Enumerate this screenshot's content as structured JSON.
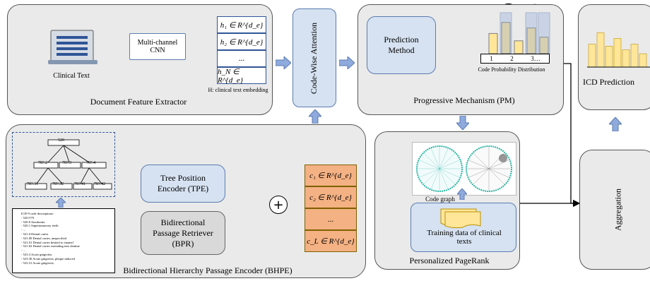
{
  "dfe": {
    "title": "Document Feature Extractor",
    "clinical_text_label": "Clinical Text",
    "cnn_label": "Multi-channel CNN",
    "h_entries": [
      "h₁ ∈ R^{d_e}",
      "h₂ ∈ R^{d_e}",
      "...",
      "h_N ∈ R^{d_e}"
    ],
    "h_caption": "H: clinical text embedding"
  },
  "attention": {
    "label": "Code-Wise Attention"
  },
  "pm": {
    "title": "Progressive Mechanism (PM)",
    "prediction_method": "Prediction Method",
    "dist_label": "Code Probability Distribution",
    "ticks": [
      "1",
      "2",
      "3…"
    ]
  },
  "icd": {
    "title": "ICD Prediction"
  },
  "aggregation": {
    "label": "Aggregation"
  },
  "ppr": {
    "title": "Personalized PageRank",
    "code_graph": "Code graph",
    "training_data": "Training data of clinical texts"
  },
  "bhpe": {
    "title": "Bidirectional Hierarchy Passage Encoder (BHPE)",
    "tpe_label": "Tree Position Encoder (TPE)",
    "bpr_label": "Bidirectional Passage Retriever (BPR)",
    "c_entries": [
      "c₁ ∈ R^{d_e}",
      "c₂ ∈ R^{d_e}",
      "...",
      "c_L ∈ R^{d_e}"
    ],
    "tree_nodes": [
      "520",
      "78?.2",
      "78?.3",
      "78?.4",
      "78?.31",
      "78?.32",
      "78?.41",
      "78?.42"
    ],
    "codes_list": [
      "ICD-9 code descriptions:",
      "- 520-579",
      "- 520.0 Anodontia",
      "- 520.1 Supernumerary teeth",
      "- ...",
      "- 521.0 Dental caries",
      "- 521.00 Dental caries, unspecified",
      "- 521.01 Dental caries limited to enamel",
      "- 521.02 Dental caries extending into dentine",
      "- ...",
      "- 523.3 Acute gingivitis",
      "- 523.30 Acute gingivitis, plaque induced",
      "- 523.31 Acute gingivitis,"
    ]
  },
  "colors": {
    "accent_blue": "#5b7bb0",
    "embedding_orange": "#f4b183",
    "bar_yellow": "#ffe699",
    "panel_grey": "#eaeaea"
  },
  "pm_bars": [
    0.55,
    0.85,
    0.35,
    0.7,
    0.45
  ],
  "icd_bars": [
    0.6,
    0.9,
    0.55,
    0.75,
    0.45,
    0.6,
    0.35
  ]
}
